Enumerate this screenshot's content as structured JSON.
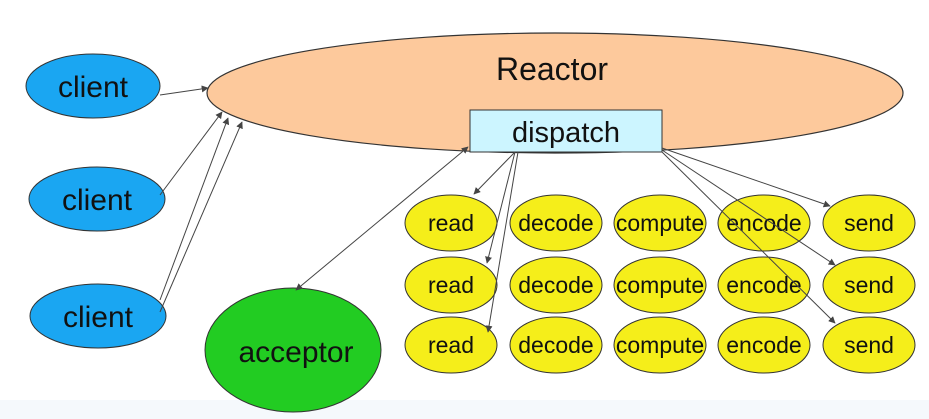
{
  "reactor": {
    "label": "Reactor",
    "fill": "#FDC99C"
  },
  "dispatch": {
    "label": "dispatch",
    "fill": "#CCF5FF"
  },
  "clients": [
    {
      "label": "client"
    },
    {
      "label": "client"
    },
    {
      "label": "client"
    }
  ],
  "acceptor": {
    "label": "acceptor",
    "fill": "#22CC22"
  },
  "handlers": {
    "fill": "#F5EE1A",
    "rows": [
      [
        "read",
        "decode",
        "compute",
        "encode",
        "send"
      ],
      [
        "read",
        "decode",
        "compute",
        "encode",
        "send"
      ],
      [
        "read",
        "decode",
        "compute",
        "encode",
        "send"
      ]
    ]
  },
  "colors": {
    "client": "#1AA6F2",
    "stroke": "#333333",
    "background": "#F5F9FC"
  }
}
